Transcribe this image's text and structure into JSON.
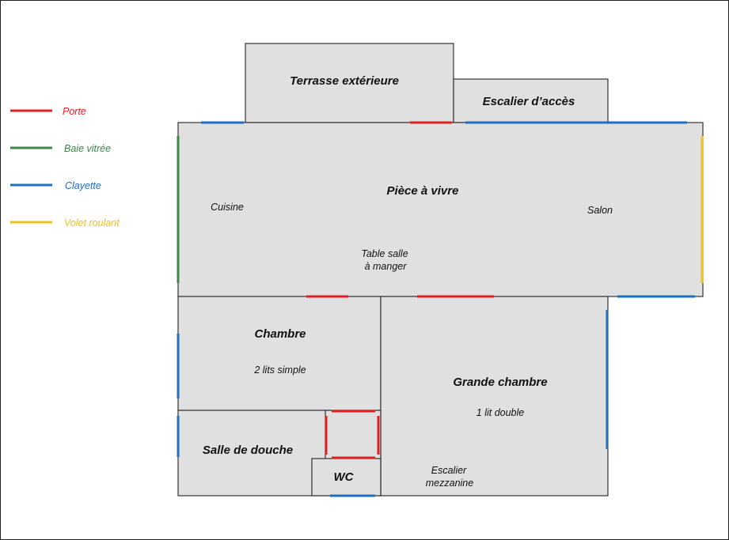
{
  "colors": {
    "porte": "#e02020",
    "baie": "#3a8a45",
    "clayette": "#1e6fc0",
    "volet": "#f0c020",
    "room_fill": "#e0e0e0"
  },
  "legend": [
    {
      "label": "Porte",
      "color_key": "porte"
    },
    {
      "label": "Baie vitrée",
      "color_key": "baie"
    },
    {
      "label": "Clayette",
      "color_key": "clayette"
    },
    {
      "label": "Volet roulant",
      "color_key": "volet"
    }
  ],
  "rooms": {
    "terrasse": {
      "title": "Terrasse extérieure"
    },
    "escalier_acces": {
      "title": "Escalier d’accès"
    },
    "piece_a_vivre": {
      "title": "Pièce à vivre"
    },
    "chambre": {
      "title": "Chambre",
      "note": "2 lits simple"
    },
    "grande_chambre": {
      "title": "Grande chambre",
      "note": "1 lit double"
    },
    "salle_de_douche": {
      "title": "Salle de douche"
    },
    "wc": {
      "title": "WC"
    }
  },
  "annotations": {
    "cuisine": "Cuisine",
    "salon": "Salon",
    "table_line1": "Table salle",
    "table_line2": "à manger",
    "escalier_line1": "Escalier",
    "escalier_line2": "mezzanine"
  }
}
